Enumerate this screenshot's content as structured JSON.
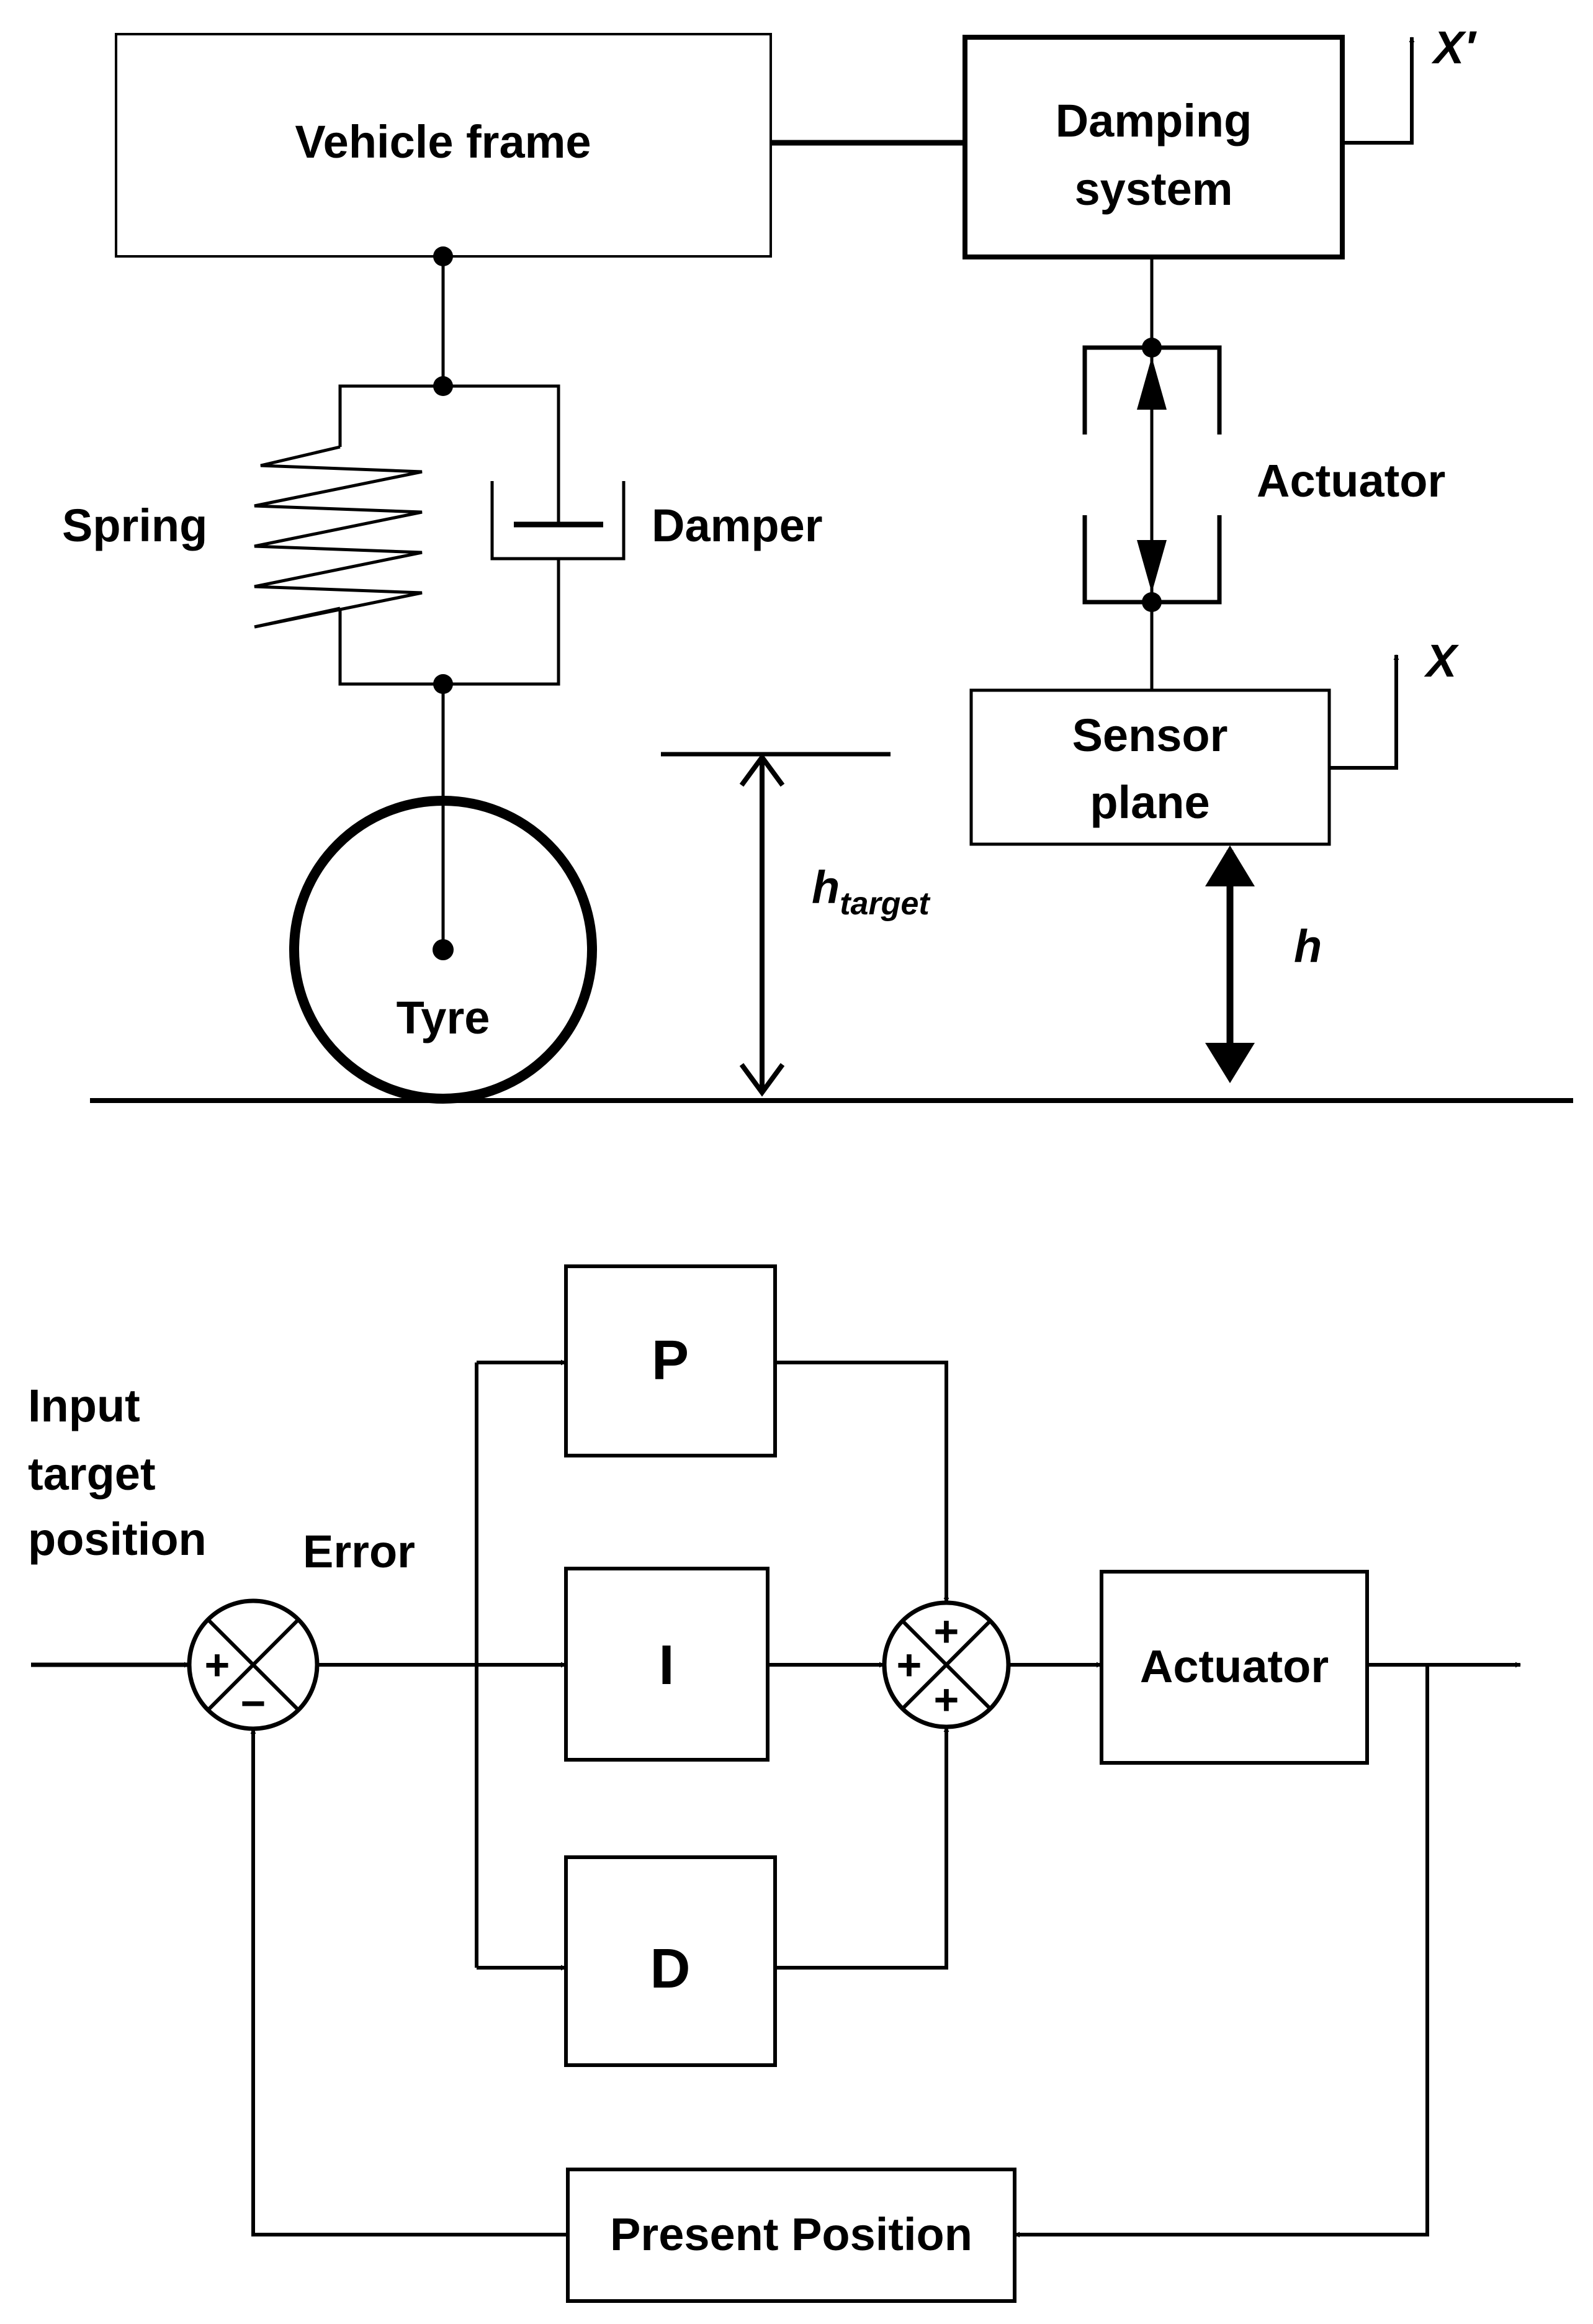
{
  "suspension": {
    "vehicle_frame": "Vehicle frame",
    "damping_system_line1": "Damping",
    "damping_system_line2": "system",
    "actuator": "Actuator",
    "sensor_plane_line1": "Sensor",
    "sensor_plane_line2": "plane",
    "spring": "Spring",
    "damper": "Damper",
    "tyre": "Tyre",
    "x_prime": "X′",
    "x": "X",
    "h_target_main": "h",
    "h_target_sub": "target",
    "h": "h"
  },
  "pid": {
    "input_line1": "Input",
    "input_line2": "target",
    "input_line3": "position",
    "error": "Error",
    "p_block": "P",
    "i_block": "I",
    "d_block": "D",
    "actuator": "Actuator",
    "present_position": "Present Position",
    "sum1_plus": "+",
    "sum1_minus": "−",
    "sum2_top": "+",
    "sum2_left": "+",
    "sum2_bottom": "+"
  }
}
